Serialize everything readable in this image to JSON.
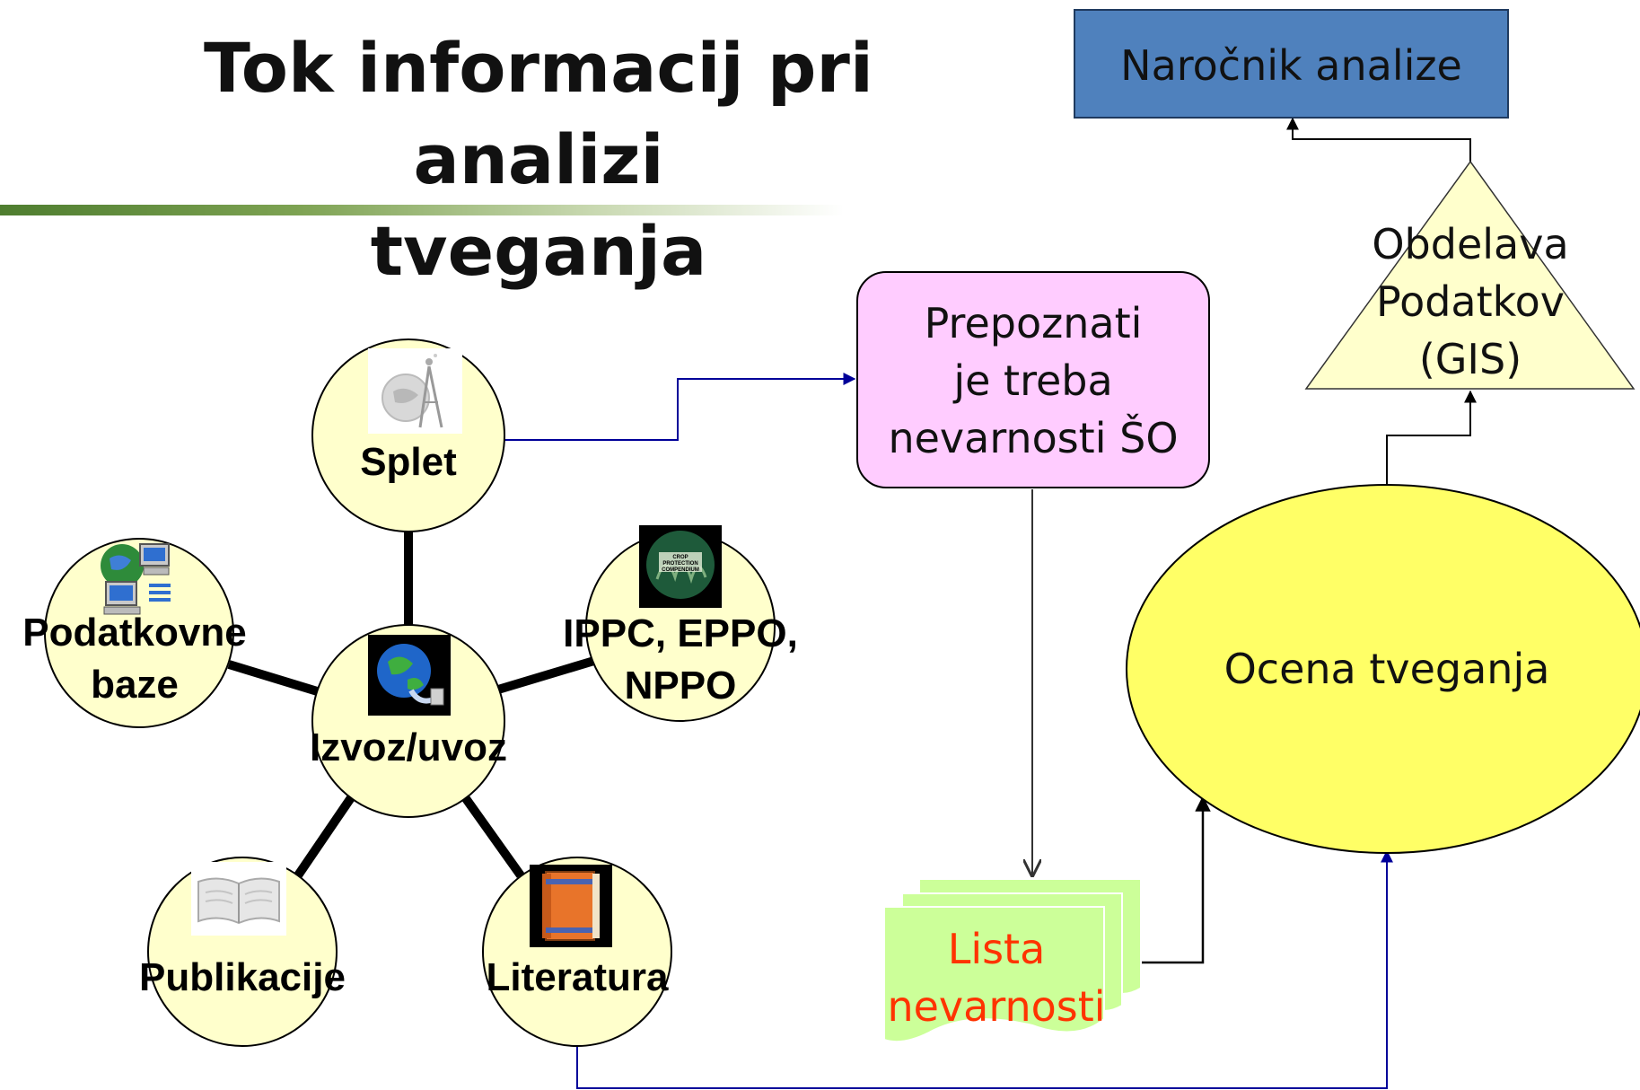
{
  "title": {
    "line1": "Tok informacij pri analizi",
    "line2": "tveganja"
  },
  "hub": {
    "label": "Izvoz/uvoz",
    "icon": "globe-network-icon"
  },
  "satellites": {
    "splet": {
      "label": "Splet",
      "icon": "satellite-antenna-icon"
    },
    "podatkovne_baze": {
      "label_line1": "Podatkovne",
      "label_line2": "baze",
      "icon": "networked-computers-icon"
    },
    "ippc": {
      "label_line1": "IPPC, EPPO,",
      "label_line2": "NPPO",
      "icon": "crop-protection-compendium-icon",
      "icon_text": "CROP PROTECTION COMPENDIUM"
    },
    "publikacije": {
      "label": "Publikacije",
      "icon": "open-book-icon"
    },
    "literatura": {
      "label": "Literatura",
      "icon": "closed-book-icon"
    }
  },
  "boxes": {
    "prepoznati": {
      "line1": "Prepoznati",
      "line2": "je treba",
      "line3": "nevarnosti ŠO"
    },
    "narocnik": {
      "label": "Naročnik analize"
    },
    "obdelava": {
      "line1": "Obdelava",
      "line2": "Podatkov",
      "line3": "(GIS)"
    },
    "ocena": {
      "label": "Ocena tveganja"
    },
    "lista": {
      "line1": "Lista",
      "line2": "nevarnosti"
    }
  },
  "colors": {
    "node_fill": "#ffffcc",
    "prepoznati_fill": "#ffccff",
    "narocnik_fill": "#4f81bd",
    "obdelava_fill": "#ffffcc",
    "ocena_fill": "#ffff66",
    "lista_fill": "#ccff99",
    "lista_text": "#ff3300",
    "blue_connector": "#000099"
  }
}
